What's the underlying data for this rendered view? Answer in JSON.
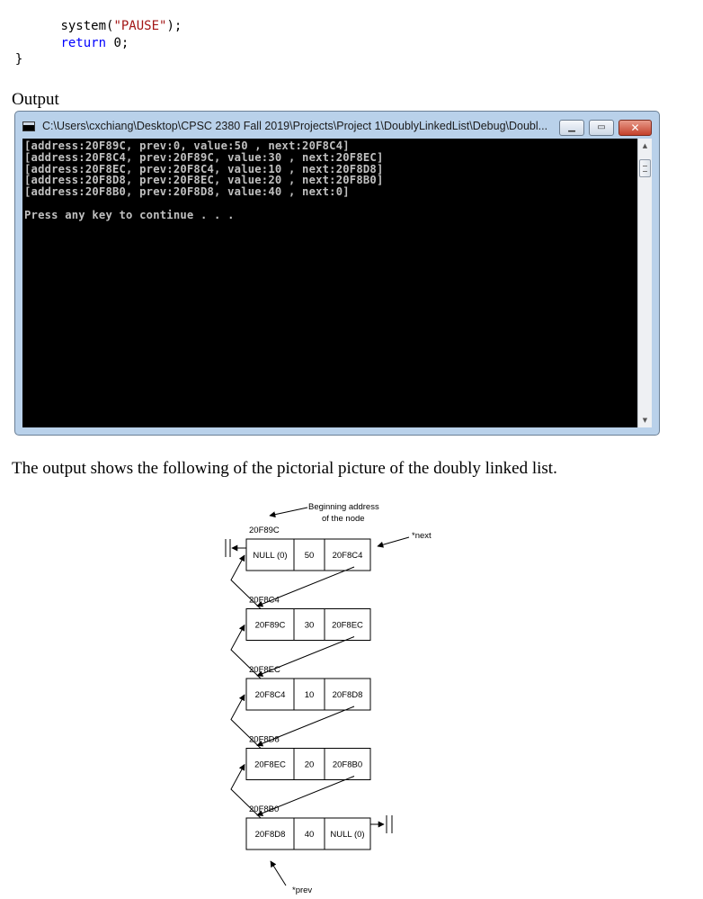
{
  "code": {
    "line1_func": "system(",
    "line1_arg": "\"PAUSE\"",
    "line1_end": ");",
    "line2_kw": "return",
    "line2_rest": " 0;",
    "line3": "}"
  },
  "output_heading": "Output",
  "console": {
    "title": "C:\\Users\\cxchiang\\Desktop\\CPSC 2380 Fall 2019\\Projects\\Project 1\\DoublyLinkedList\\Debug\\Doubl...",
    "lines": [
      "[address:20F89C, prev:0, value:50 , next:20F8C4]",
      "[address:20F8C4, prev:20F89C, value:30 , next:20F8EC]",
      "[address:20F8EC, prev:20F8C4, value:10 , next:20F8D8]",
      "[address:20F8D8, prev:20F8EC, value:20 , next:20F8B0]",
      "[address:20F8B0, prev:20F8D8, value:40 , next:0]",
      "",
      "Press any key to continue . . ."
    ],
    "colors": {
      "titlebar": "#b9d1ea",
      "body": "#000000",
      "text": "#c0c0c0",
      "close": "#c4412b"
    },
    "icons": [
      "console-app-icon",
      "minimize-icon",
      "maximize-icon",
      "close-icon",
      "scroll-up-arrow",
      "scroll-down-arrow"
    ]
  },
  "paragraph": "The output shows the following of the pictorial picture of the doubly linked list.",
  "diagram": {
    "annotations": {
      "begin_line1": "Beginning address",
      "begin_line2": "of the node",
      "next": "*next",
      "prev": "*prev"
    },
    "nodes": [
      {
        "address": "20F89C",
        "prev": "NULL (0)",
        "value": "50",
        "next": "20F8C4"
      },
      {
        "address": "20F8C4",
        "prev": "20F89C",
        "value": "30",
        "next": "20F8EC"
      },
      {
        "address": "20F8EC",
        "prev": "20F8C4",
        "value": "10",
        "next": "20F8D8"
      },
      {
        "address": "20F8D8",
        "prev": "20F8EC",
        "value": "20",
        "next": "20F8B0"
      },
      {
        "address": "20F8B0",
        "prev": "20F8D8",
        "value": "40",
        "next": "NULL (0)"
      }
    ]
  }
}
